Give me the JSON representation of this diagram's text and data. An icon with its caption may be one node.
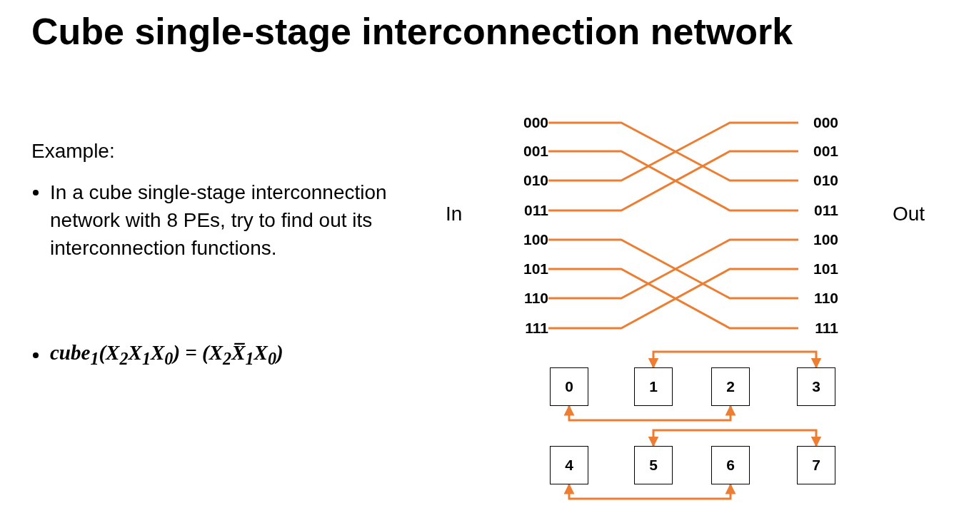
{
  "diagram": {
    "title": "Cube single-stage interconnection network",
    "nodes": [
      {
        "text": [
          "000"
        ]
      },
      {
        "text": [
          "001"
        ]
      },
      {
        "text": [
          "010"
        ]
      },
      {
        "text": [
          "011"
        ]
      },
      {
        "text": [
          "100"
        ]
      },
      {
        "text": [
          "101"
        ]
      },
      {
        "text": [
          "110"
        ]
      },
      {
        "text": [
          "111"
        ]
      },
      {
        "text": [
          "000"
        ]
      },
      {
        "text": [
          "001"
        ]
      },
      {
        "text": [
          "010"
        ]
      },
      {
        "text": [
          "011"
        ]
      },
      {
        "text": [
          "100"
        ]
      },
      {
        "text": [
          "101"
        ]
      },
      {
        "text": [
          "110"
        ]
      },
      {
        "text": [
          "111"
        ]
      },
      {
        "text": [
          "0"
        ]
      },
      {
        "text": [
          "1"
        ]
      },
      {
        "text": [
          "2"
        ]
      },
      {
        "text": [
          "3"
        ]
      },
      {
        "text": [
          "4"
        ]
      },
      {
        "text": [
          "5"
        ]
      },
      {
        "text": [
          "6"
        ]
      },
      {
        "text": [
          "7"
        ]
      }
    ],
    "edges": [
      {
        "from": 0,
        "to": 10,
        "arrow": "none"
      },
      {
        "from": 1,
        "to": 11,
        "arrow": "none"
      },
      {
        "from": 2,
        "to": 8,
        "arrow": "none"
      },
      {
        "from": 3,
        "to": 9,
        "arrow": "none"
      },
      {
        "from": 4,
        "to": 14,
        "arrow": "none"
      },
      {
        "from": 5,
        "to": 15,
        "arrow": "none"
      },
      {
        "from": 6,
        "to": 12,
        "arrow": "none"
      },
      {
        "from": 7,
        "to": 13,
        "arrow": "none"
      },
      {
        "from": 17,
        "to": 19,
        "arrow": "both"
      },
      {
        "from": 16,
        "to": 18,
        "arrow": "both"
      },
      {
        "from": 21,
        "to": 23,
        "arrow": "both"
      },
      {
        "from": 20,
        "to": 22,
        "arrow": "both"
      }
    ],
    "labels": [
      "Example:",
      "In a cube single-stage interconnection network with 8 PEs, try to find out its interconnection functions.",
      "In",
      "Out",
      "cube$_{1}$(X$_{2}$X$_{1}$X$_{0}$) = (X$_{2}$X̅$_{1}$X$_{0}$)"
    ]
  }
}
